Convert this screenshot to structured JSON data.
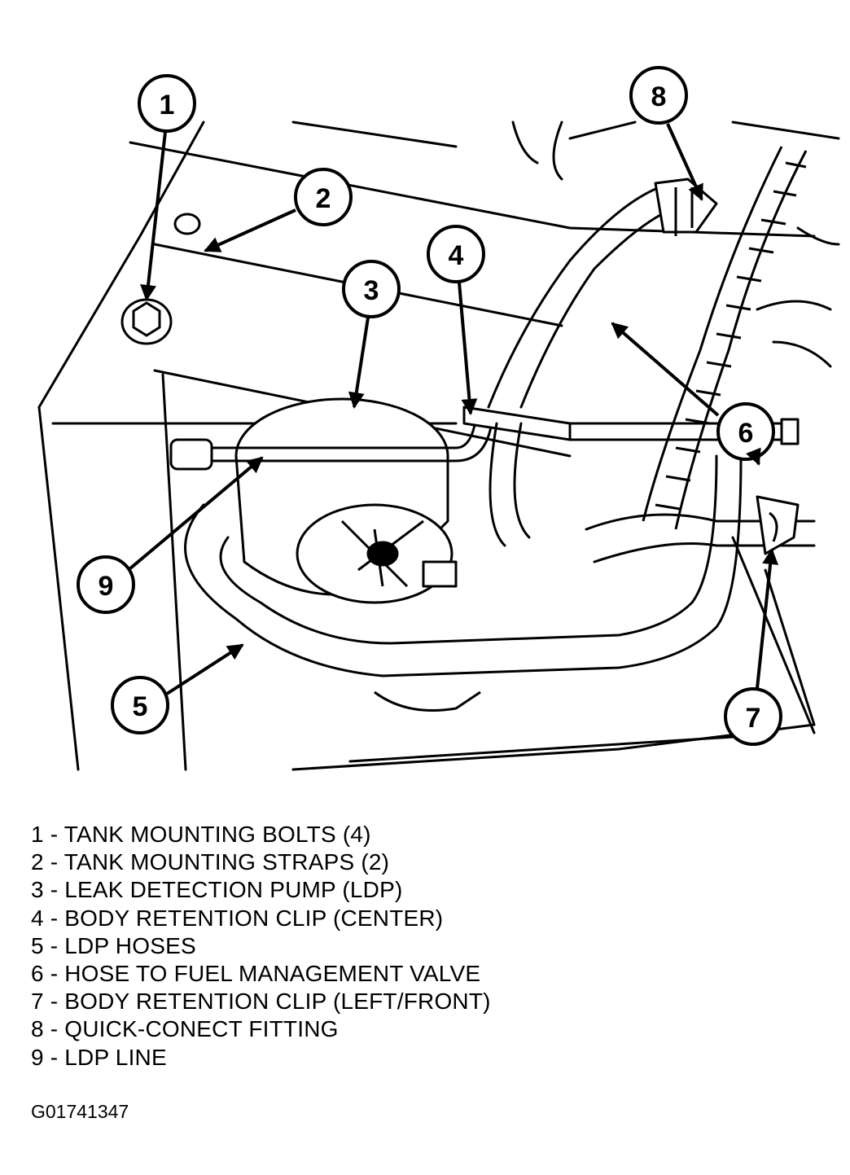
{
  "callouts": [
    "1",
    "2",
    "3",
    "4",
    "5",
    "6",
    "7",
    "8",
    "9"
  ],
  "legend": [
    "1 - TANK MOUNTING BOLTS (4)",
    "2 - TANK MOUNTING STRAPS (2)",
    "3 - LEAK DETECTION PUMP (LDP)",
    "4 - BODY RETENTION CLIP (CENTER)",
    "5 - LDP HOSES",
    "6 - HOSE TO FUEL MANAGEMENT VALVE",
    "7 - BODY RETENTION CLIP (LEFT/FRONT)",
    "8 - QUICK-CONECT FITTING",
    "9 - LDP LINE"
  ],
  "figure_code": "G01741347"
}
